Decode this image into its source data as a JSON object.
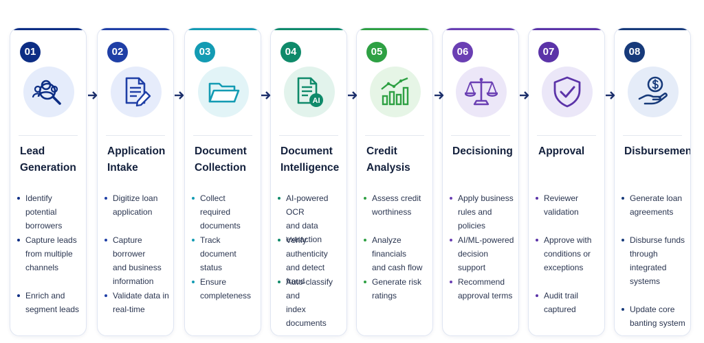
{
  "steps": [
    {
      "num": "01",
      "title_lines": [
        "Lead",
        "Generation"
      ],
      "icon": "lead-search-icon",
      "bullets": [
        [
          "Identify potential",
          "borrowers"
        ],
        [
          "Capture leads",
          "from multiple",
          "channels"
        ],
        [
          "Enrich and",
          "segment leads"
        ]
      ]
    },
    {
      "num": "02",
      "title_lines": [
        "Application",
        "Intake"
      ],
      "icon": "document-edit-icon",
      "bullets": [
        [
          "Digitize loan",
          "application"
        ],
        [
          "Capture borrower",
          "and business",
          "information"
        ],
        [
          "Validate data in",
          "real-time"
        ]
      ]
    },
    {
      "num": "03",
      "title_lines": [
        "Document",
        "Collection"
      ],
      "icon": "folder-icon",
      "bullets": [
        [
          "Collect required",
          "documents"
        ],
        [
          "Track document",
          "status"
        ],
        [
          "Ensure",
          "completeness"
        ]
      ]
    },
    {
      "num": "04",
      "title_lines": [
        "Document",
        "Intelligence"
      ],
      "icon": "ai-document-icon",
      "icon_badge": "AI",
      "bullets": [
        [
          "AI-powered OCR",
          "and data extraction"
        ],
        [
          "Verify authenticity",
          "and detect fraud"
        ],
        [
          "Auto-classify and",
          "index documents"
        ]
      ]
    },
    {
      "num": "05",
      "title_lines": [
        "Credit",
        "Analysis"
      ],
      "icon": "growth-chart-icon",
      "bullets": [
        [
          "Assess credit",
          "worthiness"
        ],
        [
          "Analyze financials",
          "and cash flow"
        ],
        [
          "Generate risk",
          "ratings"
        ]
      ]
    },
    {
      "num": "06",
      "title_lines": [
        "Decisioning"
      ],
      "icon": "scales-icon",
      "bullets": [
        [
          "Apply business",
          "rules and policies"
        ],
        [
          "AI/ML-powered",
          "decision support"
        ],
        [
          "Recommend",
          "approval terms"
        ]
      ]
    },
    {
      "num": "07",
      "title_lines": [
        "Approval"
      ],
      "icon": "shield-check-icon",
      "bullets": [
        [
          "Reviewer",
          "validation"
        ],
        [
          "Approve with",
          "conditions or",
          "exceptions"
        ],
        [
          "Audit trail",
          "captured"
        ]
      ]
    },
    {
      "num": "08",
      "title_lines": [
        "Disbursement"
      ],
      "icon": "hand-coin-icon",
      "bullets": [
        [
          "Generate loan",
          "agreements"
        ],
        [
          "Disburse funds",
          "through",
          "integrated",
          "systems"
        ],
        [
          "Update core",
          "banting system"
        ]
      ]
    }
  ],
  "colors": {
    "step_accents": [
      "#0c2d84",
      "#1f3fa6",
      "#139bb3",
      "#0f8a6a",
      "#2ea043",
      "#6a3fb3",
      "#5b33a8",
      "#173a7a"
    ],
    "icon_backgrounds": [
      "#e5ecfb",
      "#e6ecfb",
      "#e2f4f7",
      "#e2f3ec",
      "#e6f5e6",
      "#ece7f8",
      "#ebe7f8",
      "#e5ecf8"
    ],
    "arrow": "#1c2f6b"
  }
}
